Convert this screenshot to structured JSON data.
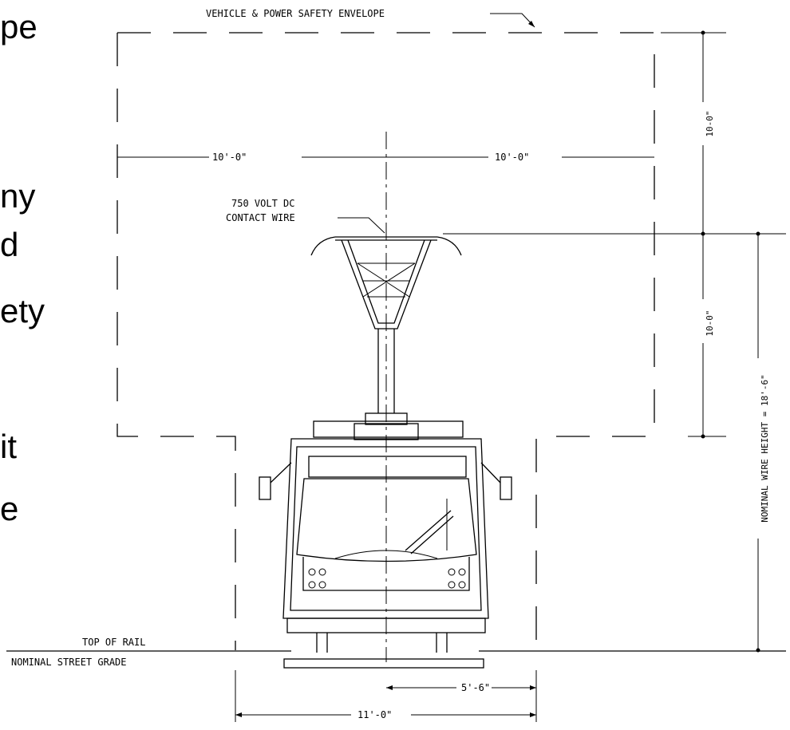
{
  "slide_text_fragments": [
    "pe",
    "ny",
    "d",
    "ety",
    "it",
    "e"
  ],
  "labels": {
    "envelope": "VEHICLE & POWER SAFETY ENVELOPE",
    "left_half_width": "10'-0\"",
    "right_half_width": "10'-0\"",
    "contact_wire_line1": "750 VOLT DC",
    "contact_wire_line2": "CONTACT WIRE",
    "top_clearance": "10-0\"",
    "wire_clearance": "10-0\"",
    "nominal_wire_height": "NOMINAL WIRE HEIGHT = 18'-6\"",
    "top_of_rail": "TOP OF RAIL",
    "street_grade": "NOMINAL STREET GRADE",
    "half_track": "5'-6\"",
    "track_width": "11'-0\""
  }
}
